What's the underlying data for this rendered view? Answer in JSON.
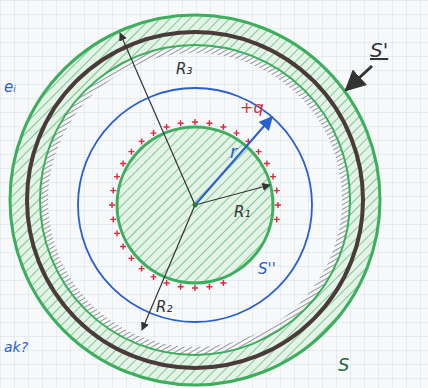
{
  "diagram": {
    "labels": [
      "R₃",
      "R₂",
      "R₁",
      "r",
      "+q",
      "S'",
      "S''",
      "S",
      "eᵢ",
      "ak?"
    ]
  }
}
